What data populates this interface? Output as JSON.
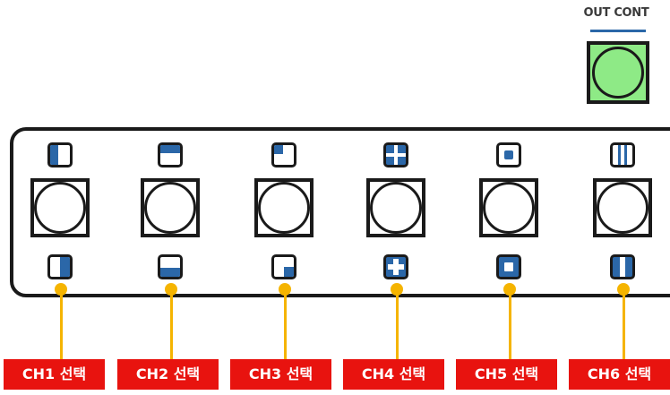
{
  "out_control": {
    "label": "OUT CONT",
    "accent_color": "#2b67a8",
    "button_color": "#8eea86"
  },
  "channels": [
    {
      "label": "CH1 선택",
      "icon": "split-left-icon"
    },
    {
      "label": "CH2 선택",
      "icon": "split-top-icon"
    },
    {
      "label": "CH3 선택",
      "icon": "quad-corner-icon"
    },
    {
      "label": "CH4 선택",
      "icon": "quad-split-icon"
    },
    {
      "label": "CH5 선택",
      "icon": "pip-center-icon"
    },
    {
      "label": "CH6 선택",
      "icon": "vertical-band-icon"
    }
  ],
  "colors": {
    "icon_blue": "#2b67a8",
    "connector": "#f5b400",
    "label_bg": "#e8130f"
  }
}
